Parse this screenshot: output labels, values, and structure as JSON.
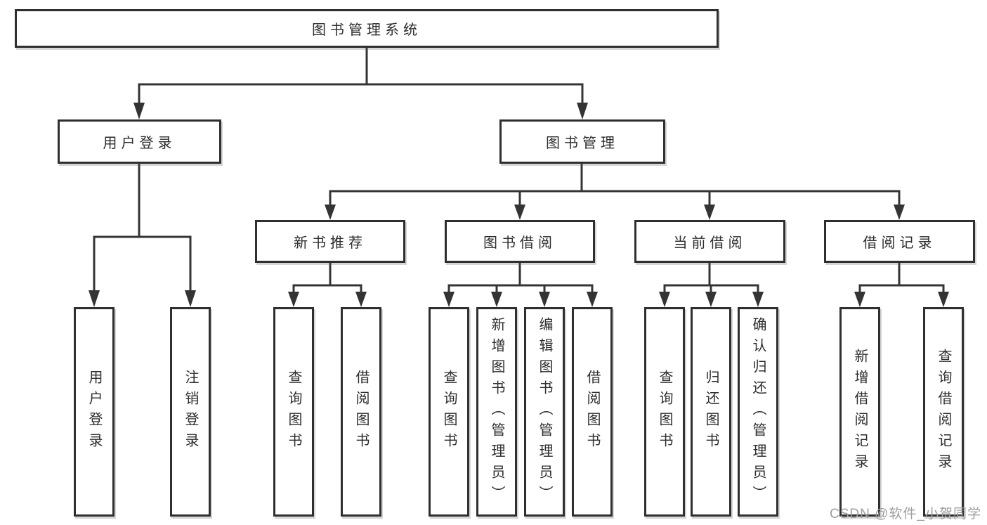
{
  "colors": {
    "line": "#343434",
    "box_border": "#2f2f2f",
    "box_fill": "#ffffff",
    "text": "#2d2d2d",
    "watermark": "#9e9e9e"
  },
  "watermark": "CSDN @软件_小贺同学",
  "tree": {
    "root": {
      "label": "图书管理系统",
      "children": [
        {
          "label": "用户登录",
          "children": [
            {
              "label": "用户登录"
            },
            {
              "label": "注销登录"
            }
          ]
        },
        {
          "label": "图书管理",
          "children": [
            {
              "label": "新书推荐",
              "children": [
                {
                  "label": "查询图书"
                },
                {
                  "label": "借阅图书"
                }
              ]
            },
            {
              "label": "图书借阅",
              "children": [
                {
                  "label": "查询图书"
                },
                {
                  "label": "新增图书（管理员）"
                },
                {
                  "label": "编辑图书（管理员）"
                },
                {
                  "label": "借阅图书"
                }
              ]
            },
            {
              "label": "当前借阅",
              "children": [
                {
                  "label": "查询图书"
                },
                {
                  "label": "归还图书"
                },
                {
                  "label": "确认归还（管理员）"
                }
              ]
            },
            {
              "label": "借阅记录",
              "children": [
                {
                  "label": "新增借阅记录"
                },
                {
                  "label": "查询借阅记录"
                }
              ]
            }
          ]
        }
      ]
    }
  }
}
